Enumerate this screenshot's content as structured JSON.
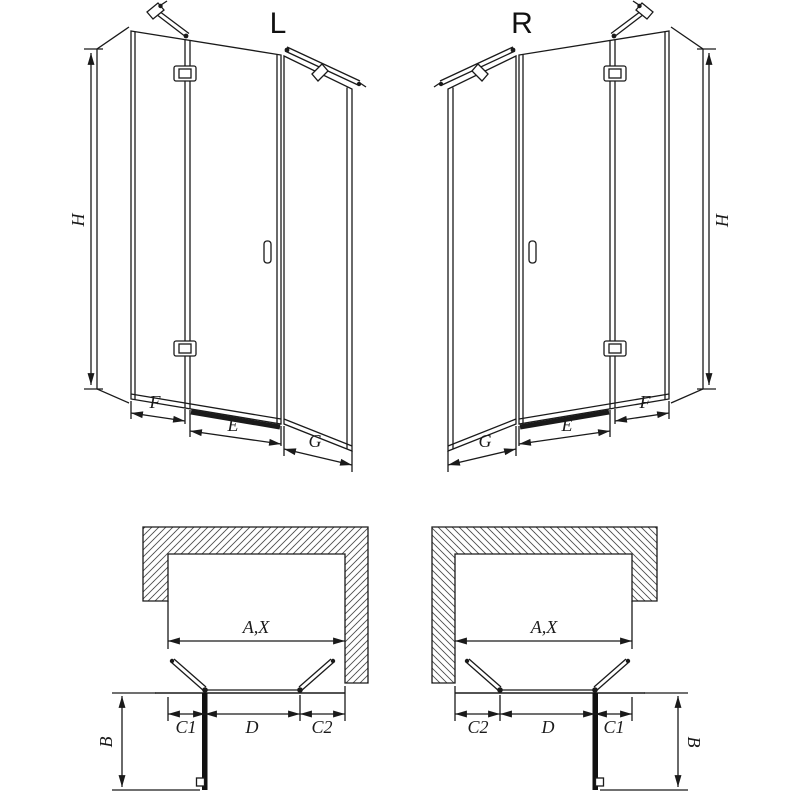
{
  "diagram": {
    "title_left": "L",
    "title_right": "R",
    "labels": {
      "height": "H",
      "side_width": "F",
      "door_width": "E",
      "return_width": "G",
      "opening_width": "A,X",
      "depth": "B",
      "c1": "C1",
      "d": "D",
      "c2": "C2"
    },
    "colors": {
      "line": "#1a1a1a",
      "hatch": "#4d4d4d",
      "panel_fill": "#111111",
      "background": "#ffffff"
    }
  }
}
